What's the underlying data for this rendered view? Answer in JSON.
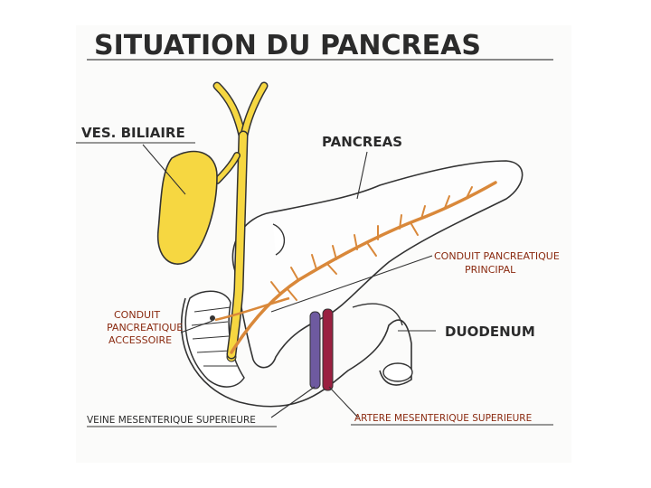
{
  "title": "SITUATION DU PANCREAS",
  "labels": {
    "ves_biliaire": "VES. BILIAIRE",
    "pancreas": "PANCREAS",
    "conduit_principal_line1": "CONDUIT PANCREATIQUE",
    "conduit_principal_line2": "PRINCIPAL",
    "duodenum": "DUODENUM",
    "conduit_accessoire_line1": "CONDUIT",
    "conduit_accessoire_line2": "PANCREATIQUE",
    "conduit_accessoire_line3": "ACCESSOIRE",
    "veine": "VEINE MESENTERIQUE SUPERIEURE",
    "artere": "ARTERE MESENTERIQUE SUPERIEURE"
  },
  "colors": {
    "label_dark": "#2b2b2b",
    "label_red": "#8a2a10",
    "gallbladder": "#f6d741",
    "duct": "#d9883a",
    "vein": "#6e5aa0",
    "artery": "#9a2040",
    "outline": "#333333"
  }
}
